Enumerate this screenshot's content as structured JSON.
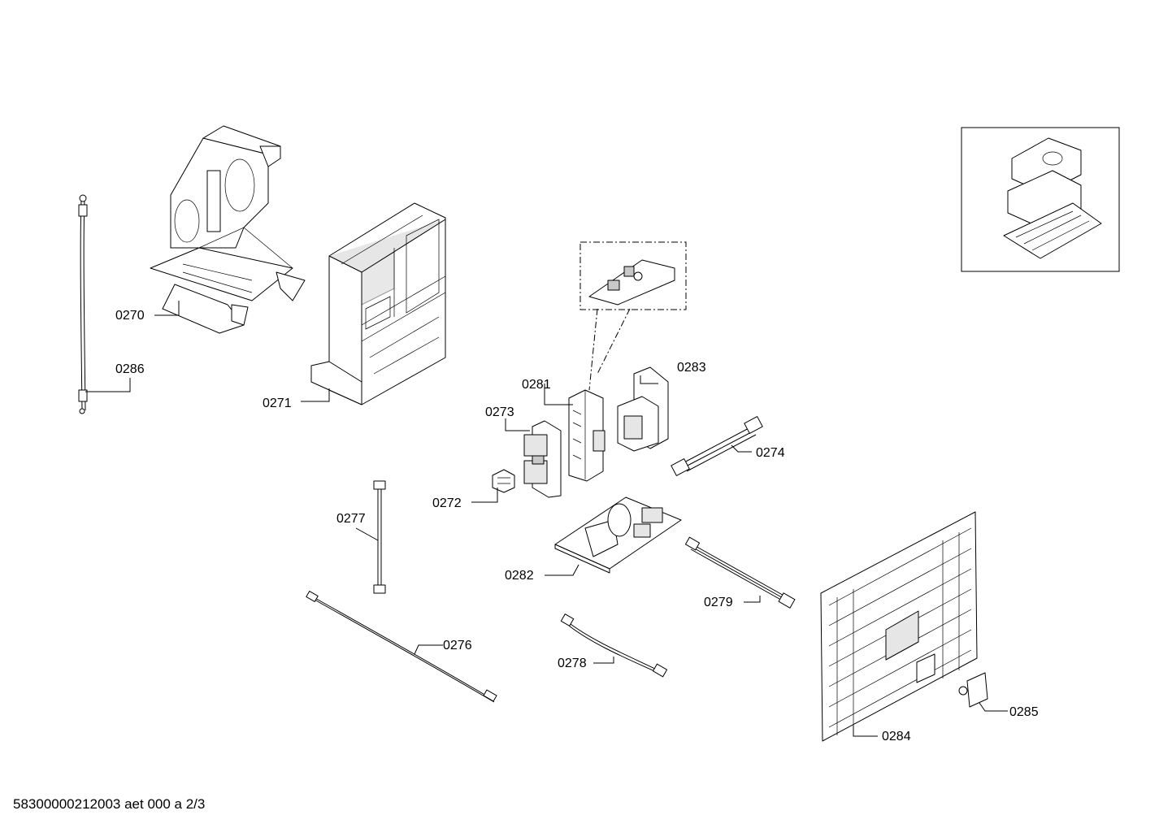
{
  "document_id": "58300000212003 aet 000 a 2/3",
  "part_labels": {
    "p0270": "0270",
    "p0271": "0271",
    "p0272": "0272",
    "p0273": "0273",
    "p0274": "0274",
    "p0276": "0276",
    "p0277": "0277",
    "p0278": "0278",
    "p0279": "0279",
    "p0281": "0281",
    "p0282": "0282",
    "p0283": "0283",
    "p0284": "0284",
    "p0285": "0285",
    "p0286": "0286"
  }
}
